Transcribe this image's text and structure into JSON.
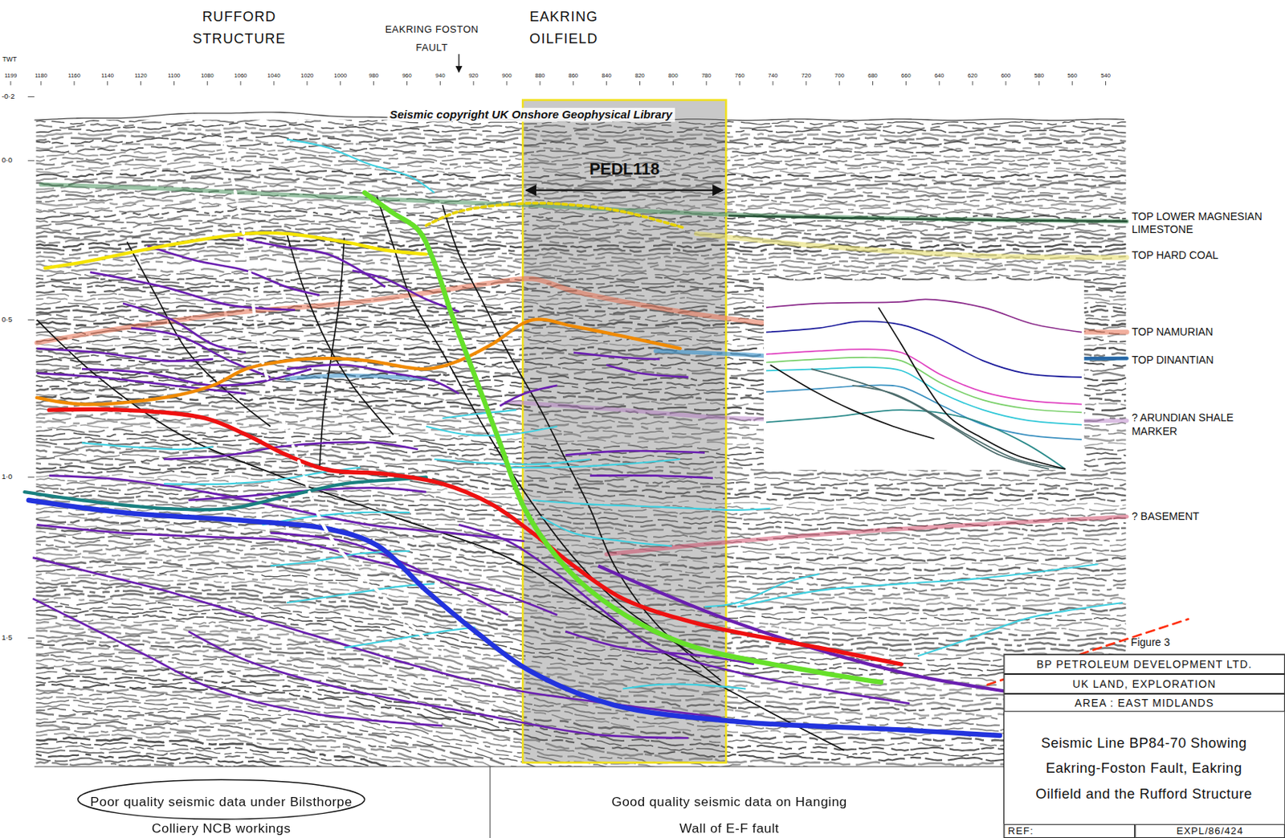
{
  "diagram": {
    "title": "Seismic Line BP84-70 Showing Eakring-Foston Fault, Eakring Oilfield and the Rufford Structure",
    "nodes": [
      {
        "text": [
          "BP PETROLEUM DEVELOPMENT LTD."
        ]
      },
      {
        "text": [
          "UK LAND, EXPLORATION"
        ]
      },
      {
        "text": [
          "AREA : EAST MIDLANDS"
        ]
      },
      {
        "text": [
          "REF:"
        ]
      },
      {
        "text": [
          "EXPL/86/424"
        ]
      }
    ],
    "labels": [
      "TWT",
      "1199",
      "1180",
      "1160",
      "1140",
      "1120",
      "1100",
      "1080",
      "1060",
      "1040",
      "1020",
      "1000",
      "980",
      "960",
      "940",
      "920",
      "900",
      "880",
      "860",
      "840",
      "820",
      "800",
      "780",
      "760",
      "740",
      "720",
      "700",
      "680",
      "660",
      "640",
      "620",
      "600",
      "580",
      "560",
      "540",
      "-0·2",
      "0·0",
      "0·5",
      "1·0",
      "1·5",
      "RUFFORD STRUCTURE",
      "EAKRING FOSTON FAULT",
      "EAKRING OILFIELD",
      "Seismic copyright UK Onshore Geophysical Library",
      "PEDL118",
      "TOP LOWER MAGNESIAN LIMESTONE",
      "TOP HARD COAL",
      "TOP NAMURIAN",
      "TOP DINANTIAN",
      "? ARUNDIAN SHALE MARKER",
      "? BASEMENT",
      "Figure 3",
      "Poor quality seismic data under Bilsthorpe Colliery NCB workings",
      "Good quality seismic data on Hanging Wall of E-F fault"
    ]
  }
}
